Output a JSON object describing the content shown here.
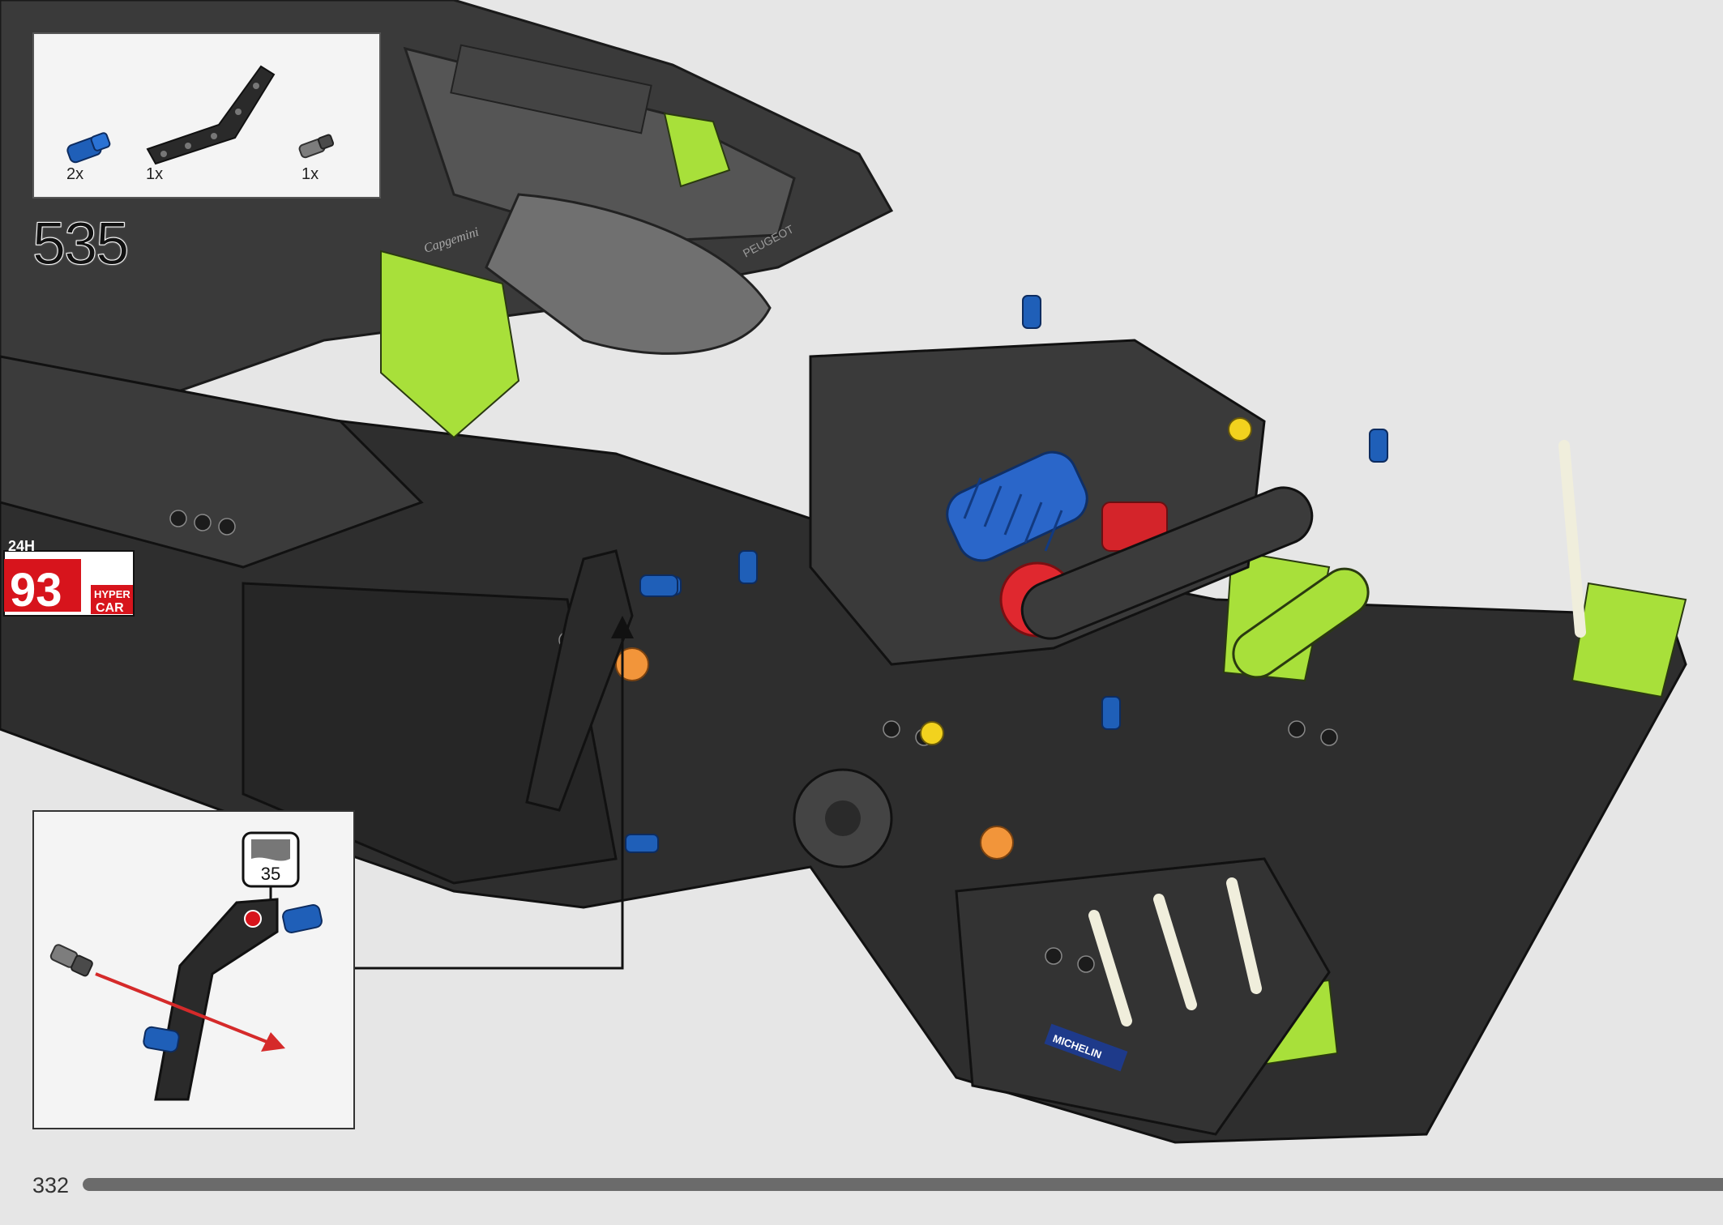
{
  "step": {
    "number": "535"
  },
  "parts_list": [
    {
      "name": "blue-connector-pin",
      "color": "#1f5fb8",
      "qty": "2x"
    },
    {
      "name": "angled-liftarm",
      "color": "#2a2a2a",
      "qty": "1x"
    },
    {
      "name": "grey-axle-pin",
      "color": "#7d7d7d",
      "qty": "1x"
    }
  ],
  "callout": {
    "reference_number": "35"
  },
  "model": {
    "race_number": "93",
    "badge_top": "24H",
    "hyper_line1": "HYPER",
    "hyper_line2": "CAR",
    "sponsor_tire": "MICHELIN",
    "sponsor_side": "Capgemini",
    "brand": "PEUGEOT",
    "accent_color": "#a8e03a",
    "body_color": "#2b2b2b",
    "shock_color": "#2a66c9"
  },
  "footer": {
    "page_number": "332",
    "progress": 1.0
  }
}
